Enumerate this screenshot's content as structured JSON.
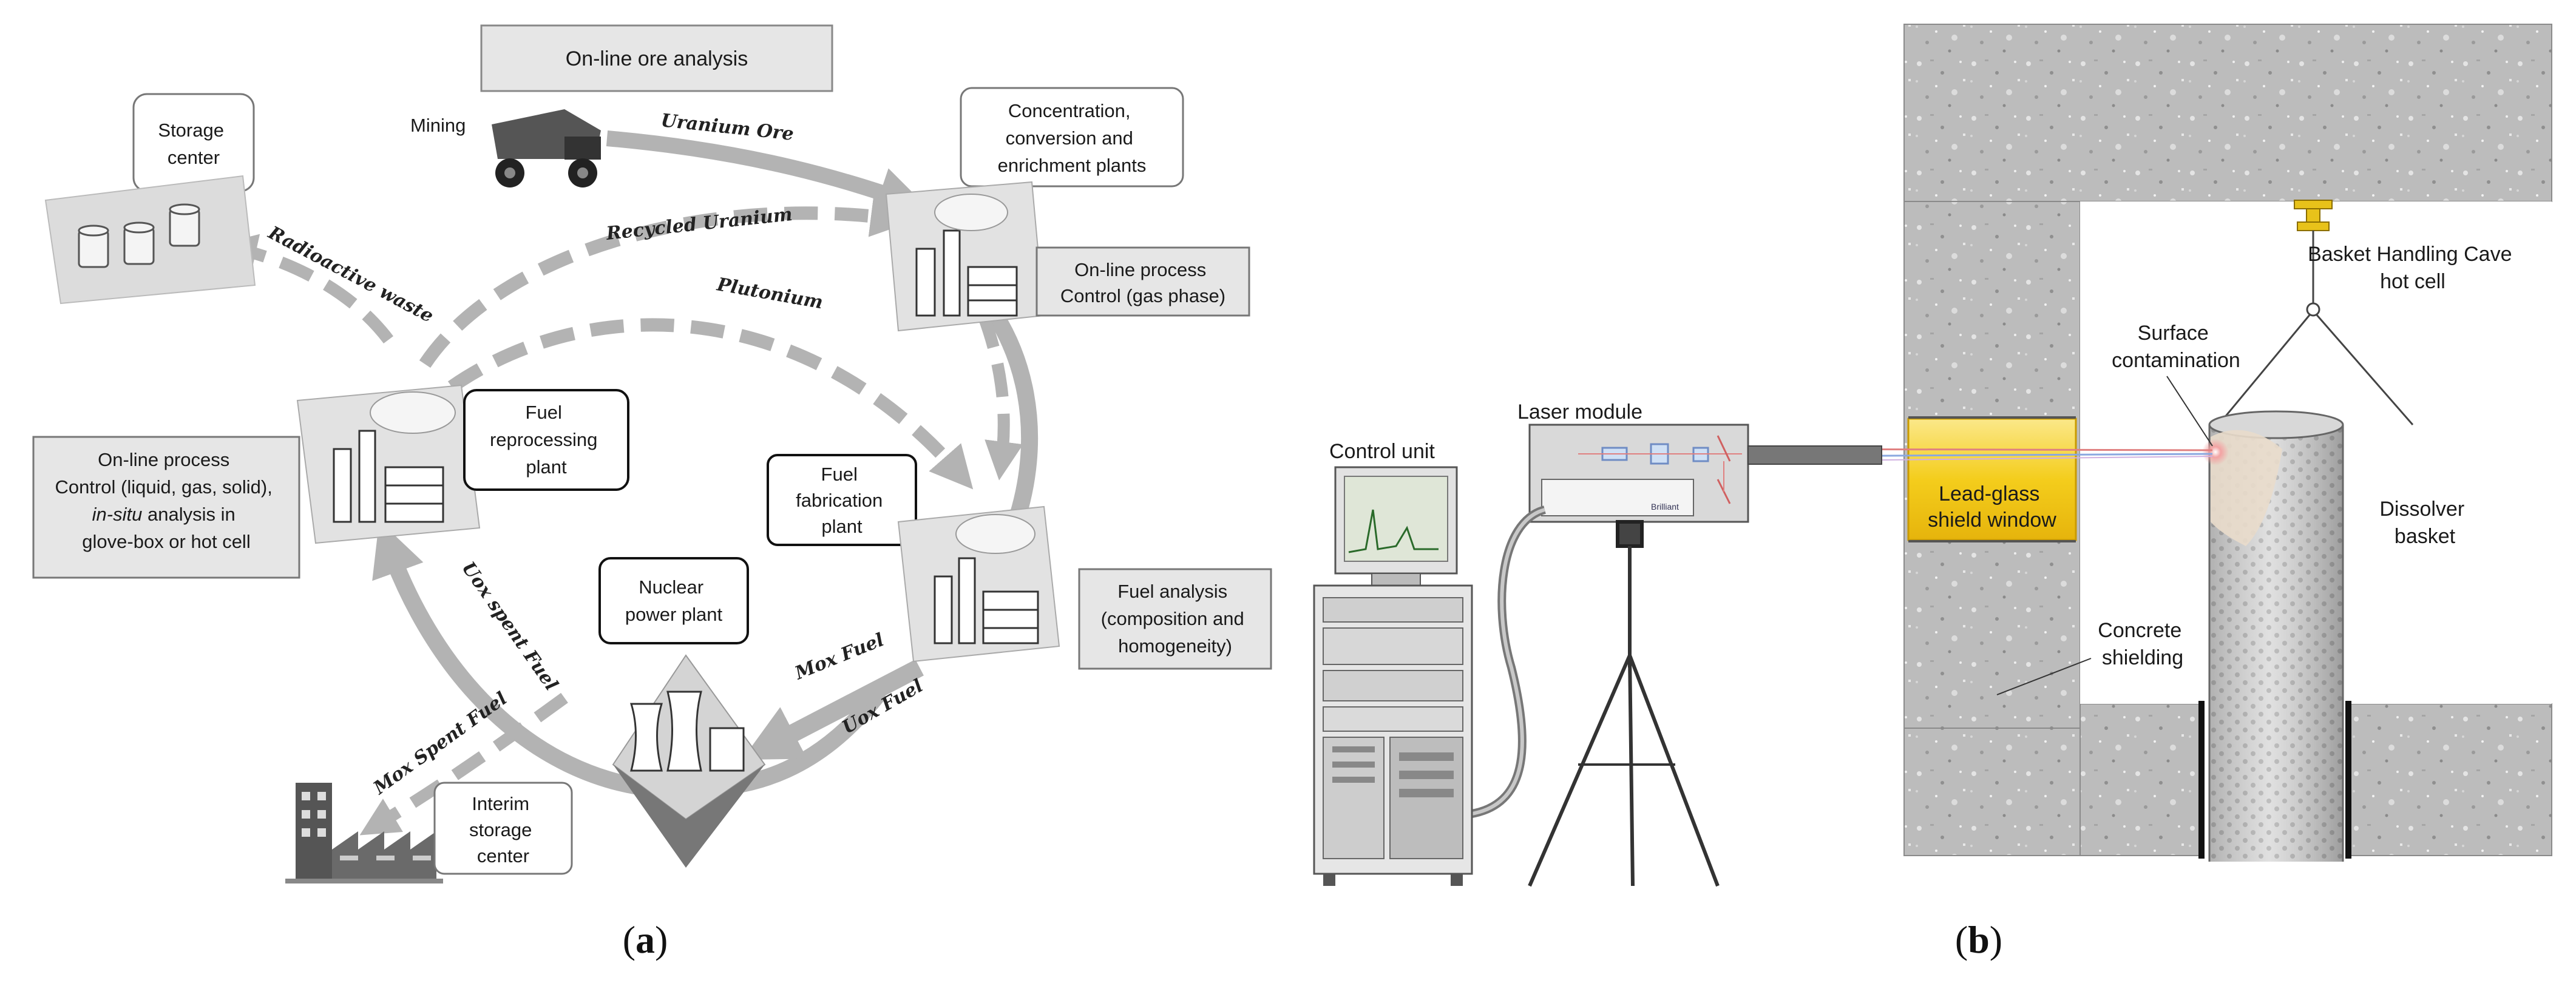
{
  "panel_a": {
    "letter": "a",
    "boxes": {
      "ore_analysis": "On-line ore analysis",
      "storage_center": [
        "Storage",
        "center"
      ],
      "concentration": [
        "Concentration,",
        "conversion and",
        "enrichment plants"
      ],
      "process_gas": [
        "On-line process",
        "Control (gas phase)"
      ],
      "reprocessing": [
        "Fuel",
        "reprocessing",
        "plant"
      ],
      "process_liquid": [
        "On-line process",
        "Control (liquid, gas, solid),",
        "in-situ",
        " analysis in",
        "glove-box or hot cell"
      ],
      "fabrication": [
        "Fuel",
        "fabrication",
        "plant"
      ],
      "nuclear_plant": [
        "Nuclear",
        "power plant"
      ],
      "fuel_analysis": [
        "Fuel analysis",
        "(composition and",
        "homogeneity)"
      ],
      "interim_storage": [
        "Interim",
        "storage",
        "center"
      ]
    },
    "labels": {
      "mining": "Mining",
      "uranium_ore": "Uranium Ore",
      "recycled_uranium": "Recycled Uranium",
      "plutonium": "Plutonium",
      "radioactive_waste": "Radioactive waste",
      "uox_spent_fuel": "Uox spent Fuel",
      "mox_spent_fuel": "Mox Spent Fuel",
      "mox_fuel": "Mox Fuel",
      "uox_fuel": "Uox Fuel"
    }
  },
  "panel_b": {
    "letter": "b",
    "labels": {
      "control_unit": "Control unit",
      "laser_module": "Laser module",
      "lead_glass": [
        "Lead-glass",
        "shield window"
      ],
      "basket_handling": [
        "Basket Handling Cave",
        "hot cell"
      ],
      "surface_contamination": [
        "Surface",
        "contamination"
      ],
      "dissolver_basket": [
        "Dissolver",
        "basket"
      ],
      "concrete_shielding": [
        "Concrete",
        "shielding"
      ],
      "laser_brand": "Brilliant"
    }
  },
  "colors": {
    "box_fill": "#e6e6e6",
    "arrow_gray": "#b3b3b3",
    "concrete": "#b9b9b9",
    "lead_glass": "#f2cd1e",
    "laser_beam": "#e8a0a0"
  }
}
